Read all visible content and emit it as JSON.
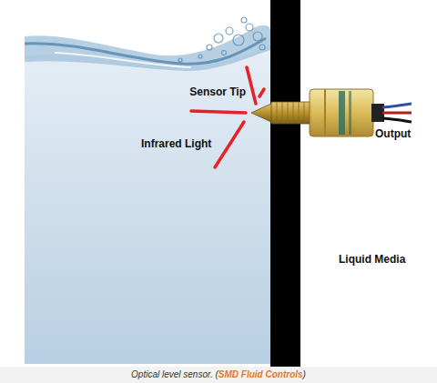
{
  "diagram": {
    "caption": "Optical level sensor. (SMD Fluid Controls)",
    "labels": [
      "Sensor Tip",
      "Infrared Light",
      "Output",
      "Liquid Media"
    ]
  }
}
